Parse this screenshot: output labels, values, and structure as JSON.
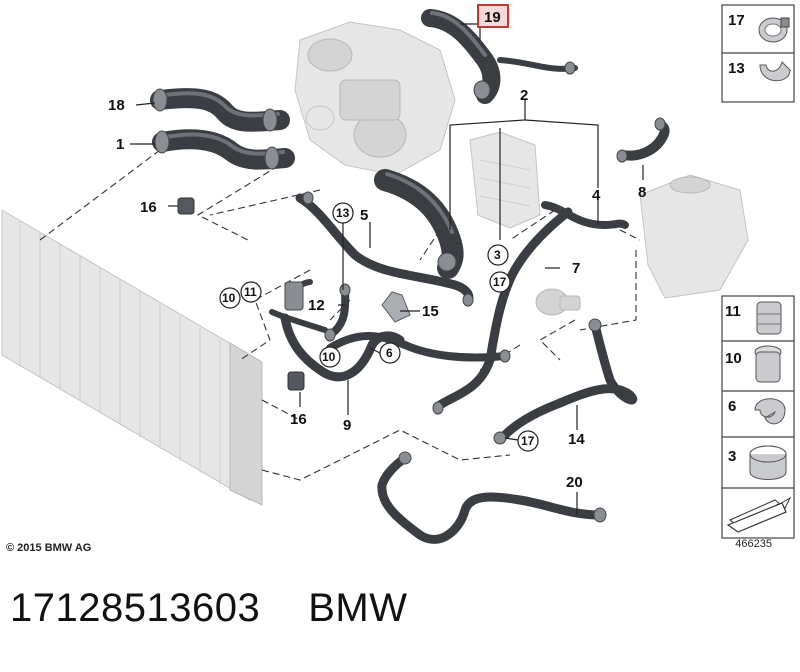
{
  "callouts": {
    "c1": "1",
    "c2": "2",
    "c3": "3",
    "c4": "4",
    "c5": "5",
    "c6": "6",
    "c7": "7",
    "c8": "8",
    "c9": "9",
    "c10a": "10",
    "c10b": "10",
    "c11": "11",
    "c12": "12",
    "c13": "13",
    "c14": "14",
    "c15": "15",
    "c16a": "16",
    "c16b": "16",
    "c17a": "17",
    "c17b": "17",
    "c18": "18",
    "c19": "19",
    "c20": "20"
  },
  "side_panel": {
    "top": [
      "17",
      "13"
    ],
    "bottom": [
      "11",
      "10",
      "6",
      "3"
    ]
  },
  "footer": {
    "copyright": "© 2015 BMW AG",
    "diagram_number": "466235"
  },
  "caption": {
    "part_number": "17128513603",
    "brand": "BMW"
  },
  "colors": {
    "hose": "#3a3d42",
    "ghost": "#e6e6e6",
    "highlight_box": "#c0392b",
    "highlight_fill": "#f3d9d9"
  }
}
